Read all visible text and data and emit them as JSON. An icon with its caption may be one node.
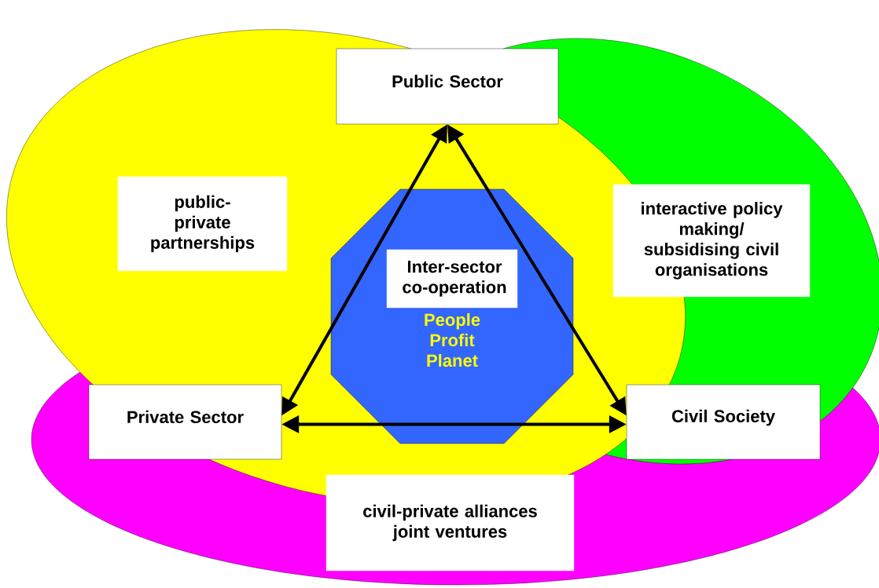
{
  "diagram": {
    "nodes": [
      {
        "text": [
          "Public Sector"
        ]
      },
      {
        "text": [
          "Private Sector"
        ]
      },
      {
        "text": [
          "Civil Society"
        ]
      },
      {
        "text": [
          "public-private partnerships"
        ]
      },
      {
        "text": [
          "interactive policy making/ subsidising civil organisations"
        ]
      },
      {
        "text": [
          "civil-private alliances joint ventures"
        ]
      },
      {
        "text": [
          "People Profit Planet"
        ]
      },
      {
        "text": [
          "Inter-sector co-operation"
        ],
        "in": 6
      }
    ],
    "edges": [
      {
        "from": 0,
        "to": 1,
        "arrow": "both"
      },
      {
        "from": 0,
        "to": 2,
        "arrow": "both"
      },
      {
        "from": 1,
        "to": 2,
        "arrow": "both"
      }
    ]
  }
}
